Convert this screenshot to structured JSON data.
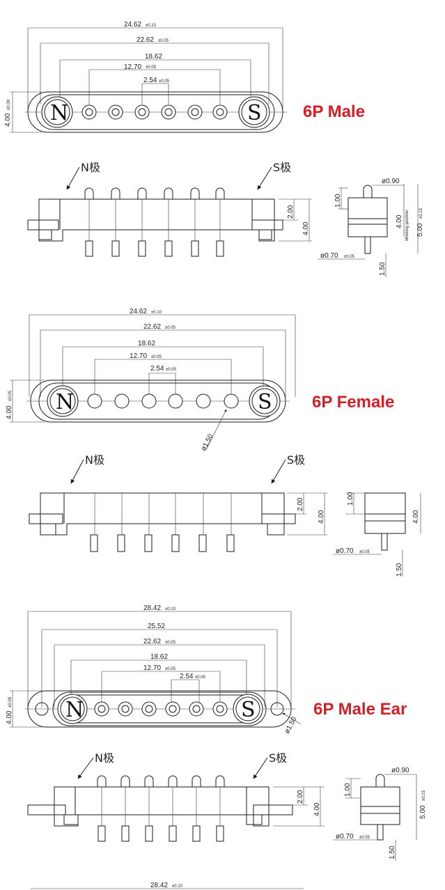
{
  "colors": {
    "title": "#d41f26",
    "line": "#1a1a1a"
  },
  "labels": {
    "N": "N",
    "S": "S",
    "n_pole": "N极",
    "s_pole": "S极",
    "working_position": "Working position"
  },
  "male": {
    "title": "6P Male",
    "d_overall": "24.62",
    "tol_overall": "±0.10",
    "d_outer": "22.62",
    "tol_outer": "±0.05",
    "d_mid": "18.62",
    "d_inner": "12.70",
    "tol_inner": "±0.05",
    "d_pitch": "2.54",
    "tol_pitch": "±0.05",
    "d_height": "4.00",
    "tol_height": "±0.08",
    "side_2": "2.00",
    "side_4": "4.00",
    "pin_dia": "ø0.90",
    "end_100": "1.00",
    "end_400": "4.00",
    "end_500": "5.00",
    "tol_end_500": "±0.15",
    "tail_dia": "ø0.70",
    "tol_tail": "±0.05",
    "tail_len": "1.50"
  },
  "female": {
    "title": "6P Female",
    "d_overall": "24.62",
    "tol_overall": "±0.10",
    "d_outer": "22.62",
    "tol_outer": "±0.05",
    "d_mid": "18.62",
    "d_inner": "12.70",
    "tol_inner": "±0.05",
    "d_pitch": "2.54",
    "tol_pitch": "±0.05",
    "d_height": "4.00",
    "tol_height": "±0.05",
    "hole_dia": "ø1.50",
    "side_2": "2.00",
    "side_4": "4.00",
    "end_100": "1.00",
    "end_400": "4.00",
    "tail_dia": "ø0.70",
    "tol_tail": "±0.05",
    "tail_len": "1.50"
  },
  "ear": {
    "title": "6P  Male Ear",
    "d_overall": "28.42",
    "tol_overall": "±0.10",
    "d_ear": "25.52",
    "d_outer": "22.62",
    "tol_outer": "±0.05",
    "d_mid": "18.62",
    "d_inner": "12.70",
    "tol_inner": "±0.05",
    "d_pitch": "2.54",
    "tol_pitch": "±0.05",
    "d_height": "4.00",
    "tol_height": "±0.08",
    "hole_dia": "ø1.50",
    "side_2": "2.00",
    "side_4": "4.00",
    "pin_dia": "ø0.90",
    "end_100": "1.00",
    "end_500": "5.00",
    "tol_end_500": "±0.15",
    "tail_dia": "ø0.70",
    "tol_tail": "±0.05",
    "tail_len": "1.50",
    "bottom_overall": "28.42",
    "tol_bottom": "±0.10"
  }
}
